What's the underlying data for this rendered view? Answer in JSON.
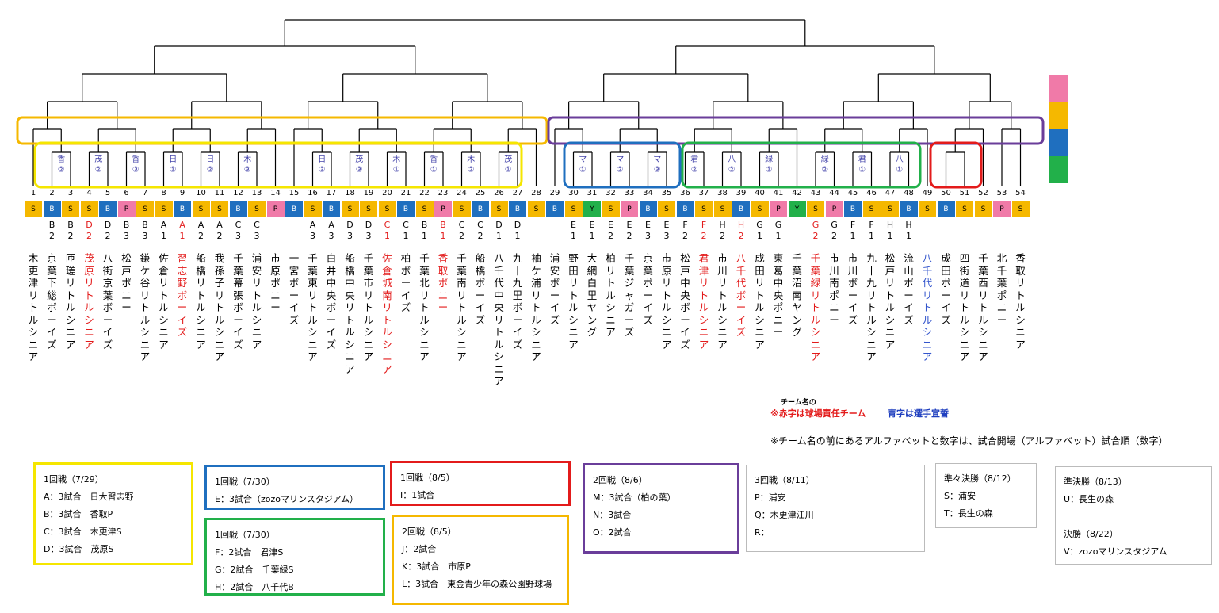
{
  "teams": [
    {
      "n": "1",
      "c": "S",
      "code": [
        "",
        ""
      ],
      "name": "木更津リトルシニア",
      "red": false,
      "blue": false
    },
    {
      "n": "2",
      "c": "B",
      "code": [
        "B",
        "2"
      ],
      "name": "京葉下総ボーイズ",
      "red": false,
      "blue": false
    },
    {
      "n": "3",
      "c": "S",
      "code": [
        "B",
        "2"
      ],
      "name": "匝瑳リトルシニア",
      "red": false,
      "blue": false
    },
    {
      "n": "4",
      "c": "S",
      "code": [
        "D",
        "2"
      ],
      "name": "茂原リトルシニア",
      "red": true,
      "blue": false
    },
    {
      "n": "5",
      "c": "B",
      "code": [
        "D",
        "2"
      ],
      "name": "八街京葉ボーイズ",
      "red": false,
      "blue": false
    },
    {
      "n": "6",
      "c": "P",
      "code": [
        "B",
        "3"
      ],
      "name": "松戸ポニー",
      "red": false,
      "blue": false
    },
    {
      "n": "7",
      "c": "S",
      "code": [
        "B",
        "3"
      ],
      "name": "鎌ケ谷リトルシニア",
      "red": false,
      "blue": false
    },
    {
      "n": "8",
      "c": "S",
      "code": [
        "A",
        "1"
      ],
      "name": "佐倉リトルシニア",
      "red": false,
      "blue": false
    },
    {
      "n": "9",
      "c": "B",
      "code": [
        "A",
        "1"
      ],
      "name": "習志野ボーイズ",
      "red": true,
      "blue": false
    },
    {
      "n": "10",
      "c": "S",
      "code": [
        "A",
        "2"
      ],
      "name": "船橋リトルシニア",
      "red": false,
      "blue": false
    },
    {
      "n": "11",
      "c": "S",
      "code": [
        "A",
        "2"
      ],
      "name": "我孫子リトルシニア",
      "red": false,
      "blue": false
    },
    {
      "n": "12",
      "c": "B",
      "code": [
        "C",
        "3"
      ],
      "name": "千葉幕張ボーイズ",
      "red": false,
      "blue": false
    },
    {
      "n": "13",
      "c": "S",
      "code": [
        "C",
        "3"
      ],
      "name": "浦安リトルシニア",
      "red": false,
      "blue": false
    },
    {
      "n": "14",
      "c": "P",
      "code": [
        "",
        ""
      ],
      "name": "市原ポニー",
      "red": false,
      "blue": false
    },
    {
      "n": "15",
      "c": "B",
      "code": [
        "",
        ""
      ],
      "name": "一宮ボーイズ",
      "red": false,
      "blue": false
    },
    {
      "n": "16",
      "c": "S",
      "code": [
        "A",
        "3"
      ],
      "name": "千葉東リトルシニア",
      "red": false,
      "blue": false
    },
    {
      "n": "17",
      "c": "B",
      "code": [
        "A",
        "3"
      ],
      "name": "白井中央ボーイズ",
      "red": false,
      "blue": false
    },
    {
      "n": "18",
      "c": "S",
      "code": [
        "D",
        "3"
      ],
      "name": "船橋中央リトルシニア",
      "red": false,
      "blue": false
    },
    {
      "n": "19",
      "c": "S",
      "code": [
        "D",
        "3"
      ],
      "name": "千葉市リトルシニア",
      "red": false,
      "blue": false
    },
    {
      "n": "20",
      "c": "S",
      "code": [
        "C",
        "1"
      ],
      "name": "佐倉城南リトルシニア",
      "red": true,
      "blue": false
    },
    {
      "n": "21",
      "c": "B",
      "code": [
        "C",
        "1"
      ],
      "name": "柏ボーイズ",
      "red": false,
      "blue": false
    },
    {
      "n": "22",
      "c": "S",
      "code": [
        "B",
        "1"
      ],
      "name": "千葉北リトルシニア",
      "red": false,
      "blue": false
    },
    {
      "n": "23",
      "c": "P",
      "code": [
        "B",
        "1"
      ],
      "name": "香取ポニー",
      "red": true,
      "blue": false
    },
    {
      "n": "24",
      "c": "S",
      "code": [
        "C",
        "2"
      ],
      "name": "千葉南リトルシニア",
      "red": false,
      "blue": false
    },
    {
      "n": "25",
      "c": "B",
      "code": [
        "C",
        "2"
      ],
      "name": "船橋ボーイズ",
      "red": false,
      "blue": false
    },
    {
      "n": "26",
      "c": "S",
      "code": [
        "D",
        "1"
      ],
      "name": "八千代中央リトルシニア",
      "red": false,
      "blue": false
    },
    {
      "n": "27",
      "c": "B",
      "code": [
        "D",
        "1"
      ],
      "name": "九十九里ボーイズ",
      "red": false,
      "blue": false
    },
    {
      "n": "28",
      "c": "S",
      "code": [
        "",
        ""
      ],
      "name": "袖ケ浦リトルシニア",
      "red": false,
      "blue": false
    },
    {
      "n": "29",
      "c": "B",
      "code": [
        "",
        ""
      ],
      "name": "浦安ボーイズ",
      "red": false,
      "blue": false
    },
    {
      "n": "30",
      "c": "S",
      "code": [
        "E",
        "1"
      ],
      "name": "野田リトルシニア",
      "red": false,
      "blue": false
    },
    {
      "n": "31",
      "c": "Y",
      "code": [
        "E",
        "1"
      ],
      "name": "大網白里ヤング",
      "red": false,
      "blue": false
    },
    {
      "n": "32",
      "c": "S",
      "code": [
        "E",
        "2"
      ],
      "name": "柏リトルシニア",
      "red": false,
      "blue": false
    },
    {
      "n": "33",
      "c": "P",
      "code": [
        "E",
        "2"
      ],
      "name": "千葉ジャガーズ",
      "red": false,
      "blue": false
    },
    {
      "n": "34",
      "c": "B",
      "code": [
        "E",
        "3"
      ],
      "name": "京葉ボーイズ",
      "red": false,
      "blue": false
    },
    {
      "n": "35",
      "c": "S",
      "code": [
        "E",
        "3"
      ],
      "name": "市原リトルシニア",
      "red": false,
      "blue": false
    },
    {
      "n": "36",
      "c": "B",
      "code": [
        "F",
        "2"
      ],
      "name": "松戸中央ボーイズ",
      "red": false,
      "blue": false
    },
    {
      "n": "37",
      "c": "S",
      "code": [
        "F",
        "2"
      ],
      "name": "君津リトルシニア",
      "red": true,
      "blue": false
    },
    {
      "n": "38",
      "c": "S",
      "code": [
        "H",
        "2"
      ],
      "name": "市川リトルシニア",
      "red": false,
      "blue": false
    },
    {
      "n": "39",
      "c": "B",
      "code": [
        "H",
        "2"
      ],
      "name": "八千代ボーイズ",
      "red": true,
      "blue": false
    },
    {
      "n": "40",
      "c": "S",
      "code": [
        "G",
        "1"
      ],
      "name": "成田リトルシニア",
      "red": false,
      "blue": false
    },
    {
      "n": "41",
      "c": "P",
      "code": [
        "G",
        "1"
      ],
      "name": "東葛中央ポニー",
      "red": false,
      "blue": false
    },
    {
      "n": "42",
      "c": "Y",
      "code": [
        "",
        ""
      ],
      "name": "千葉沼南ヤング",
      "red": false,
      "blue": false
    },
    {
      "n": "43",
      "c": "S",
      "code": [
        "G",
        "2"
      ],
      "name": "千葉緑リトルシニア",
      "red": true,
      "blue": false
    },
    {
      "n": "44",
      "c": "P",
      "code": [
        "G",
        "2"
      ],
      "name": "市川南ポニー",
      "red": false,
      "blue": false
    },
    {
      "n": "45",
      "c": "B",
      "code": [
        "F",
        "1"
      ],
      "name": "市川ボーイズ",
      "red": false,
      "blue": false
    },
    {
      "n": "46",
      "c": "S",
      "code": [
        "F",
        "1"
      ],
      "name": "九十九リトルシニア",
      "red": false,
      "blue": false
    },
    {
      "n": "47",
      "c": "S",
      "code": [
        "H",
        "1"
      ],
      "name": "松戸リトルシニア",
      "red": false,
      "blue": false
    },
    {
      "n": "48",
      "c": "B",
      "code": [
        "H",
        "1"
      ],
      "name": "流山ボーイズ",
      "red": false,
      "blue": false
    },
    {
      "n": "49",
      "c": "S",
      "code": [
        "",
        ""
      ],
      "name": "八千代リトルシニア",
      "red": false,
      "blue": true
    },
    {
      "n": "50",
      "c": "B",
      "code": [
        "",
        ""
      ],
      "name": "成田ボーイズ",
      "red": false,
      "blue": false
    },
    {
      "n": "51",
      "c": "S",
      "code": [
        "",
        ""
      ],
      "name": "四街道リトルシニア",
      "red": false,
      "blue": false
    },
    {
      "n": "52",
      "c": "S",
      "code": [
        "",
        ""
      ],
      "name": "千葉西リトルシニア",
      "red": false,
      "blue": false
    },
    {
      "n": "53",
      "c": "P",
      "code": [
        "",
        ""
      ],
      "name": "北千葉ポニー",
      "red": false,
      "blue": false
    },
    {
      "n": "54",
      "c": "S",
      "code": [
        "",
        ""
      ],
      "name": "香取リトルシニア",
      "red": false,
      "blue": false
    }
  ],
  "badge_colors": {
    "S": "#f5b800",
    "B": "#1f6fbf",
    "P": "#f07aa8",
    "Y": "#22b04a"
  },
  "seeds": [
    {
      "pos": 2.5,
      "t": "香\n②"
    },
    {
      "pos": 4.5,
      "t": "茂\n②"
    },
    {
      "pos": 6.5,
      "t": "香\n③"
    },
    {
      "pos": 8.5,
      "t": "日\n①"
    },
    {
      "pos": 10.5,
      "t": "日\n②"
    },
    {
      "pos": 12.5,
      "t": "木\n③"
    },
    {
      "pos": 16.5,
      "t": "日\n③"
    },
    {
      "pos": 18.5,
      "t": "茂\n③"
    },
    {
      "pos": 20.5,
      "t": "木\n①"
    },
    {
      "pos": 22.5,
      "t": "香\n①"
    },
    {
      "pos": 24.5,
      "t": "木\n②"
    },
    {
      "pos": 26.5,
      "t": "茂\n①"
    },
    {
      "pos": 30.5,
      "t": "マ\n①"
    },
    {
      "pos": 32.5,
      "t": "マ\n②"
    },
    {
      "pos": 34.5,
      "t": "マ\n③"
    },
    {
      "pos": 36.5,
      "t": "君\n②"
    },
    {
      "pos": 38.5,
      "t": "八\n②"
    },
    {
      "pos": 40.5,
      "t": "緑\n①"
    },
    {
      "pos": 43.5,
      "t": "緑\n②"
    },
    {
      "pos": 45.5,
      "t": "君\n①"
    },
    {
      "pos": 47.5,
      "t": "八\n①"
    }
  ],
  "color_strip": [
    "#f07aa8",
    "#f5b800",
    "#1f6fbf",
    "#22b04a"
  ],
  "notes": {
    "top": "チーム名の",
    "red_part": "※赤字は球場責任チーム",
    "blue_part": "青字は選手宣誓",
    "explain": "※チーム名の前にあるアルファベットと数字は、試合開場（アルファベット）試合順（数字）"
  },
  "legends": [
    {
      "id": "r1-0729",
      "border": "#f5e600",
      "lines": [
        "1回戦（7/29）",
        "A：3試合　日大習志野",
        "B：3試合　香取P",
        "C：3試合　木更津S",
        "D：3試合　茂原S"
      ]
    },
    {
      "id": "r1-0730-e",
      "border": "#1f6fbf",
      "lines": [
        "1回戦（7/30）",
        "E：3試合（zozoマリンスタジアム）"
      ]
    },
    {
      "id": "r1-0730-fgh",
      "border": "#22b04a",
      "lines": [
        "1回戦（7/30）",
        "F：2試合　君津S",
        "G：2試合　千葉緑S",
        "H：2試合　八千代B"
      ]
    },
    {
      "id": "r1-0805",
      "border": "#e31b1b",
      "lines": [
        "1回戦（8/5）",
        "I：1試合"
      ]
    },
    {
      "id": "r2-0805",
      "border": "#f5b800",
      "lines": [
        "2回戦（8/5）",
        "J：2試合",
        "K：3試合　市原P",
        "L：3試合　東金青少年の森公園野球場"
      ]
    },
    {
      "id": "r2-0806",
      "border": "#6a3d9a",
      "lines": [
        "2回戦（8/6）",
        "M：3試合（柏の葉）",
        "N：3試合",
        "O：2試合"
      ]
    },
    {
      "id": "r3-0811",
      "border": "#bbbbbb",
      "lines": [
        "3回戦（8/11）",
        "P：浦安",
        "Q：木更津江川",
        "R："
      ]
    },
    {
      "id": "qf-0812",
      "border": "#bbbbbb",
      "lines": [
        "準々決勝（8/12）",
        "S：浦安",
        "T：長生の森"
      ]
    },
    {
      "id": "sf-final",
      "border": "#bbbbbb",
      "lines": [
        "準決勝（8/13）",
        "U：長生の森",
        "",
        "決勝（8/22）",
        "V：zozoマリンスタジアム"
      ]
    }
  ]
}
